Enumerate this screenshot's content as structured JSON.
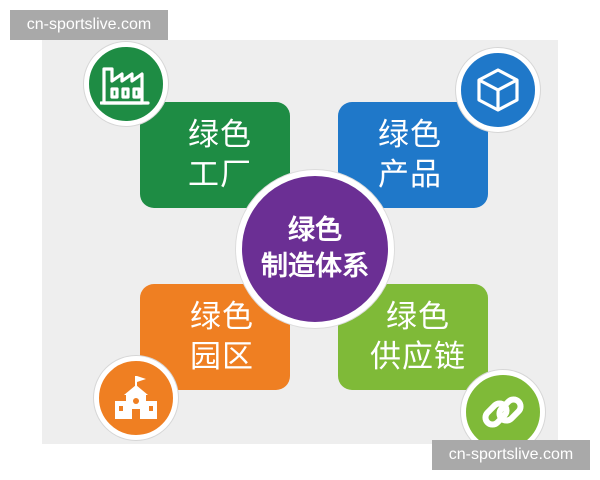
{
  "watermark": {
    "top": "cn-sportslive.com",
    "bottom": "cn-sportslive.com"
  },
  "center": {
    "line1": "绿色",
    "line2": "制造体系"
  },
  "cards": {
    "factory": {
      "line1": "绿色",
      "line2": "工厂",
      "color": "#1e8c44",
      "icon": "factory-icon"
    },
    "product": {
      "line1": "绿色",
      "line2": "产品",
      "color": "#1f78c9",
      "icon": "box-icon"
    },
    "park": {
      "line1": "绿色",
      "line2": "园区",
      "color": "#ef7f22",
      "icon": "school-building-icon"
    },
    "supply": {
      "line1": "绿色",
      "line2": "供应链",
      "color": "#7fba38",
      "icon": "chain-link-icon"
    }
  },
  "center_color": "#6b2f94"
}
